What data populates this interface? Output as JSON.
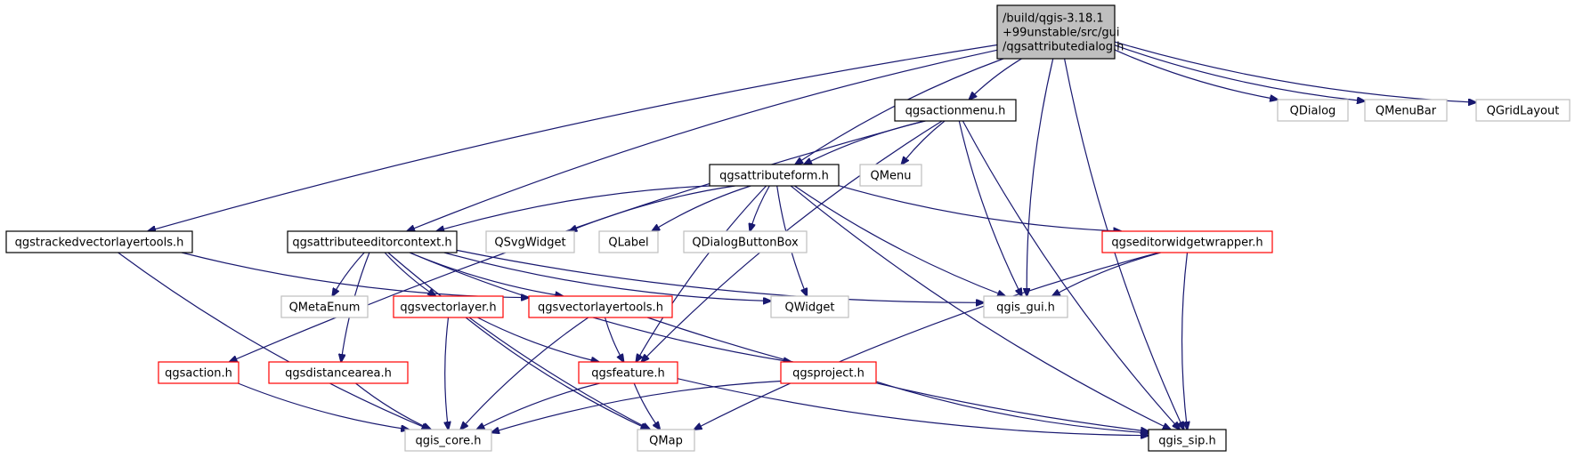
{
  "nodes": [
    {
      "id": "root",
      "lines": [
        "/build/qgis-3.18.1",
        "+99unstable/src/gui",
        "/qgsattributedialog.h"
      ],
      "style": "root"
    },
    {
      "id": "actionmenu",
      "lines": [
        "qgsactionmenu.h"
      ],
      "style": "documented"
    },
    {
      "id": "qdialog",
      "lines": [
        "QDialog"
      ],
      "style": "external"
    },
    {
      "id": "qmenubar",
      "lines": [
        "QMenuBar"
      ],
      "style": "external"
    },
    {
      "id": "qgridlayout",
      "lines": [
        "QGridLayout"
      ],
      "style": "external"
    },
    {
      "id": "attributeform",
      "lines": [
        "qgsattributeform.h"
      ],
      "style": "documented"
    },
    {
      "id": "qmenu",
      "lines": [
        "QMenu"
      ],
      "style": "external"
    },
    {
      "id": "trackedtools",
      "lines": [
        "qgstrackedvectorlayertools.h"
      ],
      "style": "documented"
    },
    {
      "id": "editorcontext",
      "lines": [
        "qgsattributeeditorcontext.h"
      ],
      "style": "documented"
    },
    {
      "id": "qsvgwidget",
      "lines": [
        "QSvgWidget"
      ],
      "style": "external"
    },
    {
      "id": "qlabel",
      "lines": [
        "QLabel"
      ],
      "style": "external"
    },
    {
      "id": "qdialogbuttonbox",
      "lines": [
        "QDialogButtonBox"
      ],
      "style": "external"
    },
    {
      "id": "editorwidgetwrapper",
      "lines": [
        "qgseditorwidgetwrapper.h"
      ],
      "style": "truncated"
    },
    {
      "id": "qmetaenum",
      "lines": [
        "QMetaEnum"
      ],
      "style": "external"
    },
    {
      "id": "vectorlayer",
      "lines": [
        "qgsvectorlayer.h"
      ],
      "style": "truncated"
    },
    {
      "id": "vectorlayertools",
      "lines": [
        "qgsvectorlayertools.h"
      ],
      "style": "truncated"
    },
    {
      "id": "qwidget",
      "lines": [
        "QWidget"
      ],
      "style": "external"
    },
    {
      "id": "qgisgui",
      "lines": [
        "qgis_gui.h"
      ],
      "style": "external"
    },
    {
      "id": "action",
      "lines": [
        "qgsaction.h"
      ],
      "style": "truncated"
    },
    {
      "id": "distancearea",
      "lines": [
        "qgsdistancearea.h"
      ],
      "style": "truncated"
    },
    {
      "id": "feature",
      "lines": [
        "qgsfeature.h"
      ],
      "style": "truncated"
    },
    {
      "id": "project",
      "lines": [
        "qgsproject.h"
      ],
      "style": "truncated"
    },
    {
      "id": "qgiscore",
      "lines": [
        "qgis_core.h"
      ],
      "style": "external"
    },
    {
      "id": "qmap",
      "lines": [
        "QMap"
      ],
      "style": "external"
    },
    {
      "id": "qgissip",
      "lines": [
        "qgis_sip.h"
      ],
      "style": "documented"
    }
  ],
  "edges": [
    {
      "from": "root",
      "to": "actionmenu"
    },
    {
      "from": "root",
      "to": "qdialog"
    },
    {
      "from": "root",
      "to": "qmenubar"
    },
    {
      "from": "root",
      "to": "qgridlayout"
    },
    {
      "from": "root",
      "to": "attributeform"
    },
    {
      "from": "root",
      "to": "trackedtools"
    },
    {
      "from": "root",
      "to": "editorcontext"
    },
    {
      "from": "root",
      "to": "qgisgui"
    },
    {
      "from": "root",
      "to": "qgissip"
    },
    {
      "from": "actionmenu",
      "to": "attributeform"
    },
    {
      "from": "actionmenu",
      "to": "qmenu"
    },
    {
      "from": "actionmenu",
      "to": "qgisgui"
    },
    {
      "from": "actionmenu",
      "to": "feature"
    },
    {
      "from": "actionmenu",
      "to": "action"
    },
    {
      "from": "actionmenu",
      "to": "qgissip"
    },
    {
      "from": "attributeform",
      "to": "editorcontext"
    },
    {
      "from": "attributeform",
      "to": "qsvgwidget"
    },
    {
      "from": "attributeform",
      "to": "qlabel"
    },
    {
      "from": "attributeform",
      "to": "qdialogbuttonbox"
    },
    {
      "from": "attributeform",
      "to": "editorwidgetwrapper"
    },
    {
      "from": "attributeform",
      "to": "qwidget"
    },
    {
      "from": "attributeform",
      "to": "qgisgui"
    },
    {
      "from": "attributeform",
      "to": "feature"
    },
    {
      "from": "attributeform",
      "to": "qgissip"
    },
    {
      "from": "trackedtools",
      "to": "vectorlayertools"
    },
    {
      "from": "trackedtools",
      "to": "qgiscore"
    },
    {
      "from": "editorcontext",
      "to": "qmetaenum"
    },
    {
      "from": "editorcontext",
      "to": "vectorlayer"
    },
    {
      "from": "editorcontext",
      "to": "vectorlayertools"
    },
    {
      "from": "editorcontext",
      "to": "distancearea"
    },
    {
      "from": "editorcontext",
      "to": "qwidget"
    },
    {
      "from": "editorcontext",
      "to": "qgisgui"
    },
    {
      "from": "editorcontext",
      "to": "project"
    },
    {
      "from": "editorcontext",
      "to": "qmap"
    },
    {
      "from": "editorwidgetwrapper",
      "to": "qgisgui"
    },
    {
      "from": "editorwidgetwrapper",
      "to": "qgissip"
    },
    {
      "from": "editorwidgetwrapper",
      "to": "qmap"
    },
    {
      "from": "vectorlayer",
      "to": "feature"
    },
    {
      "from": "vectorlayer",
      "to": "qgiscore"
    },
    {
      "from": "vectorlayer",
      "to": "qmap"
    },
    {
      "from": "vectorlayertools",
      "to": "feature"
    },
    {
      "from": "vectorlayertools",
      "to": "qgiscore"
    },
    {
      "from": "vectorlayertools",
      "to": "qgissip"
    },
    {
      "from": "action",
      "to": "qgiscore"
    },
    {
      "from": "distancearea",
      "to": "qgiscore"
    },
    {
      "from": "feature",
      "to": "qgiscore"
    },
    {
      "from": "feature",
      "to": "qmap"
    },
    {
      "from": "feature",
      "to": "qgissip"
    },
    {
      "from": "project",
      "to": "qgiscore"
    },
    {
      "from": "project",
      "to": "qgissip"
    }
  ],
  "colors": {
    "edge": "#191970",
    "root_fill": "#bfbfbf",
    "documented_border": "#000000",
    "external_border": "#bfbfbf",
    "truncated_border": "#ff0000",
    "text": "#000000"
  }
}
